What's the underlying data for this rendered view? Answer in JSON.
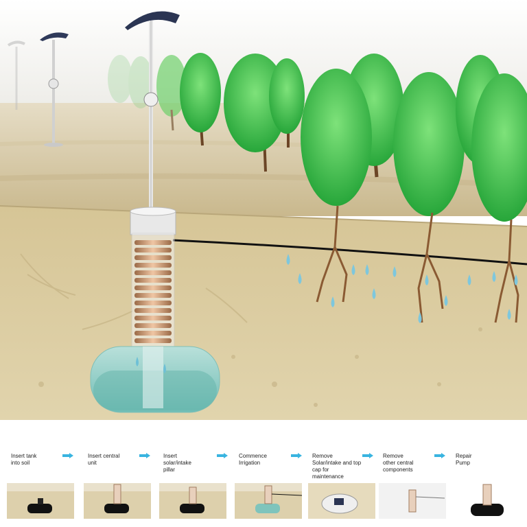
{
  "steps": [
    {
      "label": "Insert tank\ninto soil"
    },
    {
      "label": "Insert central\nunit"
    },
    {
      "label": "Insert\nsolar/intake\npillar"
    },
    {
      "label": "Commence\nIrrigation"
    },
    {
      "label": "Remove\nSolar/intake and top\ncap for\nmaintenance"
    },
    {
      "label": "Remove\nother central\ncomponents"
    },
    {
      "label": "Repair\nPump"
    }
  ],
  "colors": {
    "sky": "#f4f4f2",
    "soil": "#d9c99a",
    "ground": "#cdbb8e",
    "foliage": "#3fbf3f",
    "water": "#8fd3cc",
    "copper": "#c8926a",
    "panel": "#2b3553",
    "arrow": "#39b4e0",
    "pipe": "#111111"
  },
  "icons": [
    "solar-panel-icon",
    "tree-icon",
    "water-drop-icon",
    "arrow-right-icon"
  ]
}
